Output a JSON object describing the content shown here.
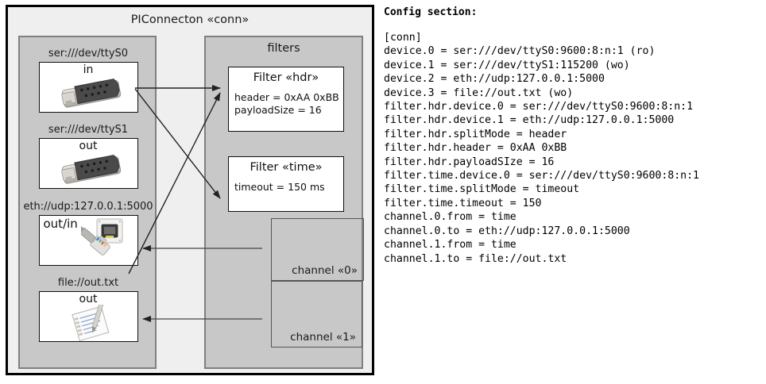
{
  "diagram": {
    "title": "PIConnecton «conn»",
    "devices_panel": {
      "devices": [
        {
          "label": "ser:///dev/ttyS0",
          "direction": "in",
          "icon": "serial-port-icon"
        },
        {
          "label": "ser:///dev/ttyS1",
          "direction": "out",
          "icon": "serial-port-icon"
        },
        {
          "label": "eth://udp:127.0.0.1:5000",
          "direction": "out/in",
          "icon": "ethernet-jack-icon"
        },
        {
          "label": "file://out.txt",
          "direction": "out",
          "icon": "notepad-document-icon"
        }
      ]
    },
    "filters_panel": {
      "title": "filters",
      "filters": [
        {
          "title": "Filter «hdr»",
          "props": [
            "header = 0xAA 0xBB",
            "payloadSize = 16"
          ]
        },
        {
          "title": "Filter «time»",
          "props": [
            "timeout = 150 ms"
          ]
        }
      ],
      "channels": [
        {
          "label": "channel «0»"
        },
        {
          "label": "channel «1»"
        }
      ]
    }
  },
  "config": {
    "heading": "Config section:",
    "text": "[conn]\ndevice.0 = ser:///dev/ttyS0:9600:8:n:1 (ro)\ndevice.1 = ser:///dev/ttyS1:115200 (wo)\ndevice.2 = eth://udp:127.0.0.1:5000\ndevice.3 = file://out.txt (wo)\nfilter.hdr.device.0 = ser:///dev/ttyS0:9600:8:n:1\nfilter.hdr.device.1 = eth://udp:127.0.0.1:5000\nfilter.hdr.splitMode = header\nfilter.hdr.header = 0xAA 0xBB\nfilter.hdr.payloadSIze = 16\nfilter.time.device.0 = ser:///dev/ttyS0:9600:8:n:1\nfilter.time.splitMode = timeout\nfilter.time.timeout = 150\nchannel.0.from = time\nchannel.0.to = eth://udp:127.0.0.1:5000\nchannel.1.from = time\nchannel.1.to = file://out.txt"
  },
  "colors": {
    "frame_background": "#efefef",
    "panel_background": "#c8c8c8",
    "panel_border": "#808080",
    "box_background": "#ffffff",
    "line": "#333333"
  }
}
